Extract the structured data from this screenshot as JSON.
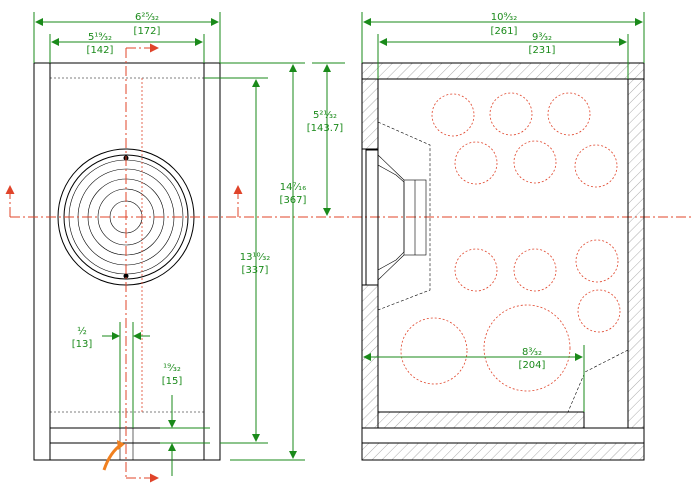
{
  "dimensions": {
    "front_width": "6²⁵⁄₃₂",
    "front_width_mm": "[172]",
    "driver_center_x": "5¹⁹⁄₃₂",
    "driver_center_x_mm": "[142]",
    "board_thickness": "½",
    "board_thickness_mm": "[13]",
    "foot_height": "¹⁹⁄₃₂",
    "foot_height_mm": "[15]",
    "inner_height": "13¹⁰⁄₃₂",
    "inner_height_mm": "[337]",
    "total_height": "14⁷⁄₁₆",
    "total_height_mm": "[367]",
    "driver_center_height": "5²¹⁄₃₂",
    "driver_center_height_mm": "[143.7]",
    "side_depth": "10⁹⁄₃₂",
    "side_depth_mm": "[261]",
    "inner_depth": "9³⁄₃₂",
    "inner_depth_mm": "[231]",
    "bottom_depth": "8³⁄₃₂",
    "bottom_depth_mm": "[204]"
  },
  "colors": {
    "dimension": "#1a8a1a",
    "centerline": "#e0442a",
    "outline": "#000000",
    "marker": "#f08020"
  }
}
